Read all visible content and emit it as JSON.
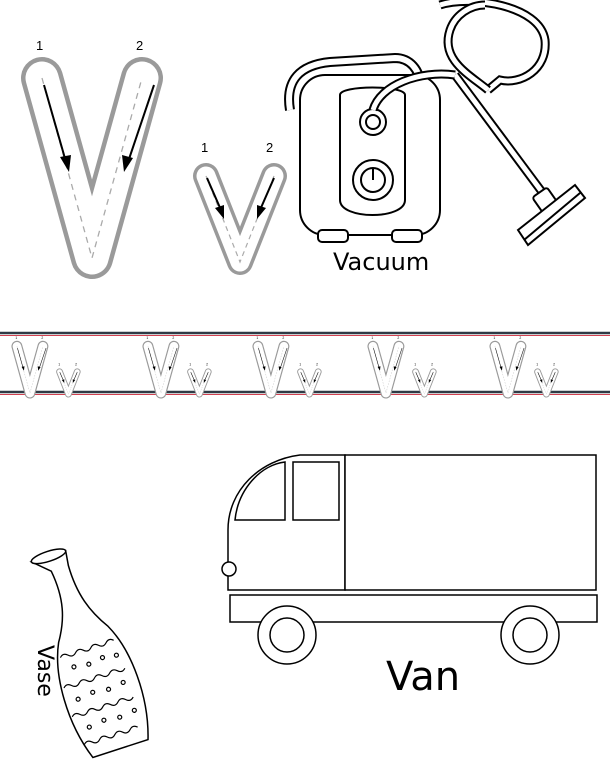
{
  "worksheet": {
    "letter_upper": "V",
    "letter_lower": "v",
    "stroke_numbers": [
      "1",
      "2"
    ],
    "strip_repeat_count": 5
  },
  "pictures": {
    "vacuum_label": "Vacuum",
    "van_label": "Van",
    "vase_label": "Vase"
  },
  "colors": {
    "outline": "#9a9a9a",
    "rule_line": "#2e3a45",
    "rule_accent": "#d04050"
  }
}
